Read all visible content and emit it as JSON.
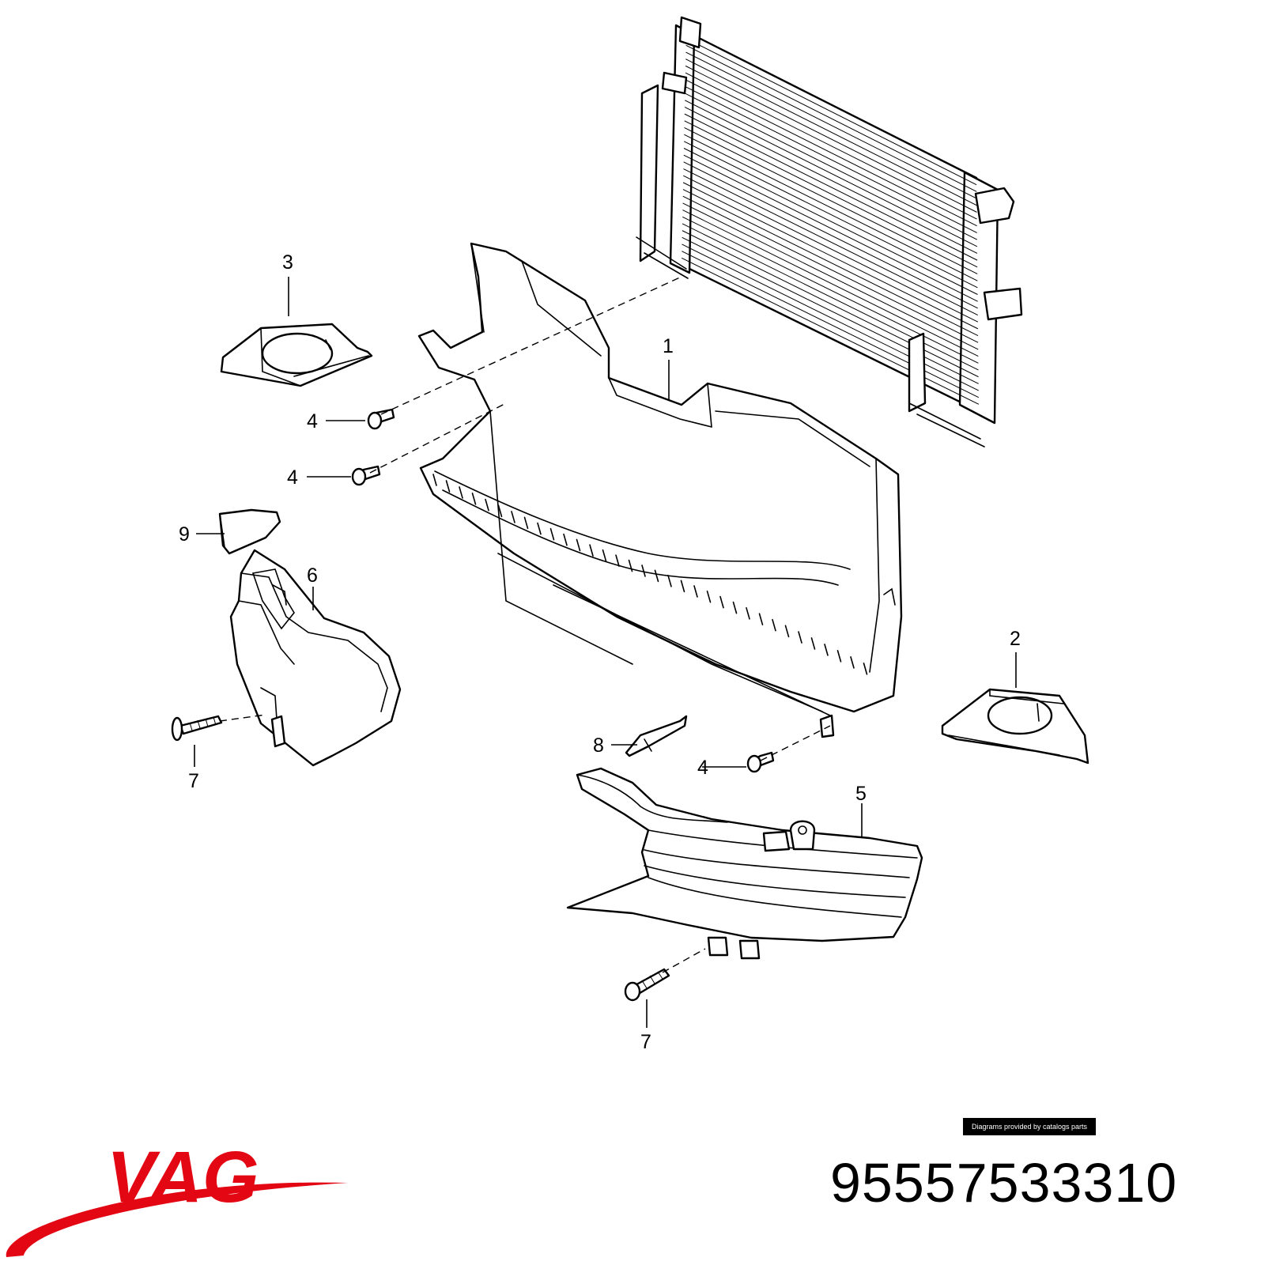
{
  "brand": {
    "name": "VAG",
    "color": "#e30613"
  },
  "part_number": "95557533310",
  "credit": "Diagrams provided by catalogs parts",
  "callouts": {
    "c1": "1",
    "c2": "2",
    "c3": "3",
    "c4a": "4",
    "c4b": "4",
    "c4c": "4",
    "c5": "5",
    "c6": "6",
    "c7a": "7",
    "c7b": "7",
    "c8": "8",
    "c9": "9"
  }
}
